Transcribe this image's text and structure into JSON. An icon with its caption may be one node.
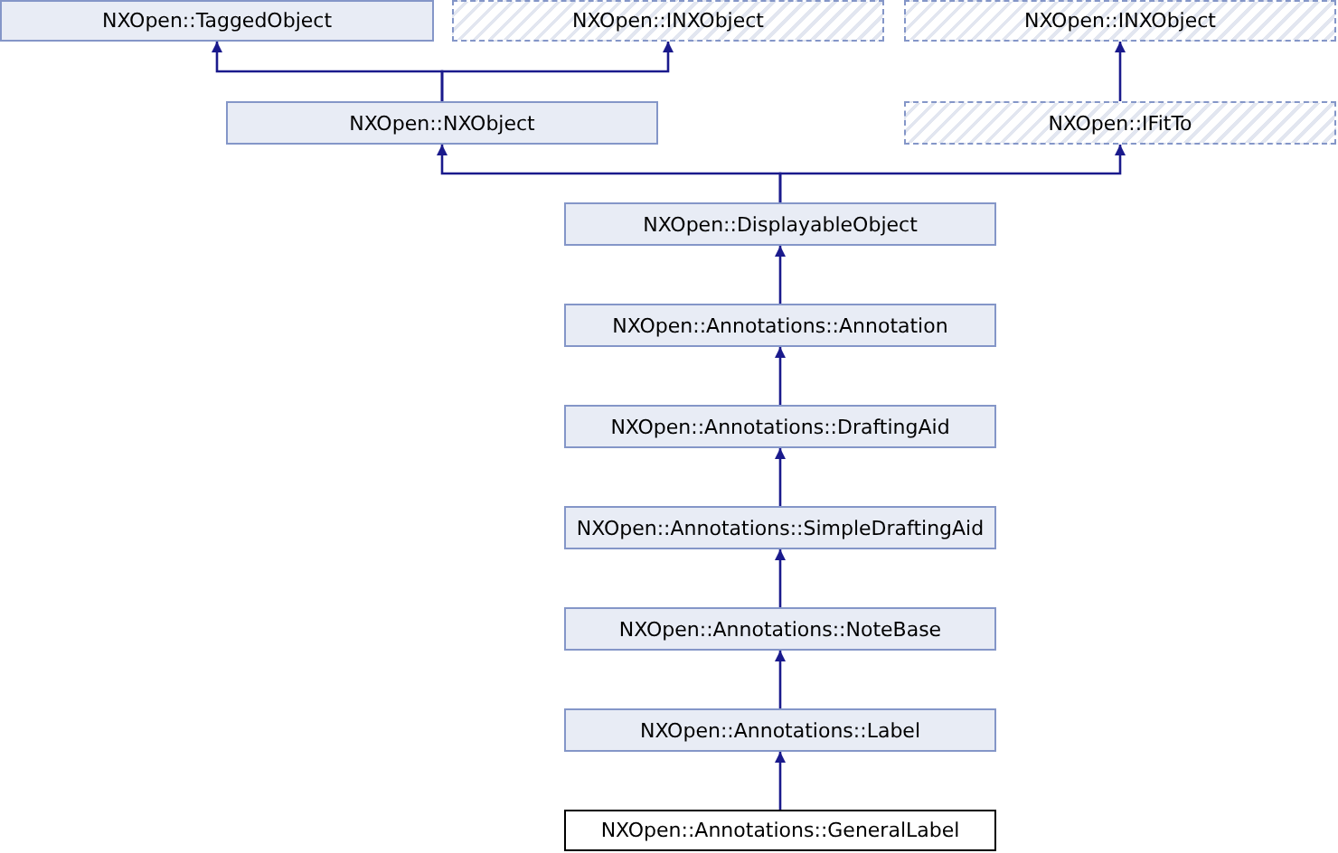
{
  "diagram": {
    "nodes": [
      {
        "text": [
          "NXOpen::TaggedObject"
        ]
      },
      {
        "text": [
          "NXOpen::INXObject"
        ]
      },
      {
        "text": [
          "NXOpen::INXObject"
        ]
      },
      {
        "text": [
          "NXOpen::NXObject"
        ]
      },
      {
        "text": [
          "NXOpen::IFitTo"
        ]
      },
      {
        "text": [
          "NXOpen::DisplayableObject"
        ]
      },
      {
        "text": [
          "NXOpen::Annotations::Annotation"
        ]
      },
      {
        "text": [
          "NXOpen::Annotations::DraftingAid"
        ]
      },
      {
        "text": [
          "NXOpen::Annotations::SimpleDraftingAid"
        ]
      },
      {
        "text": [
          "NXOpen::Annotations::NoteBase"
        ]
      },
      {
        "text": [
          "NXOpen::Annotations::Label"
        ]
      },
      {
        "text": [
          "NXOpen::Annotations::GeneralLabel"
        ]
      }
    ],
    "edges": [
      {
        "from": 3,
        "to": 0,
        "arrow": "to"
      },
      {
        "from": 3,
        "to": 1,
        "arrow": "to"
      },
      {
        "from": 4,
        "to": 2,
        "arrow": "to"
      },
      {
        "from": 5,
        "to": 3,
        "arrow": "to"
      },
      {
        "from": 5,
        "to": 4,
        "arrow": "to"
      },
      {
        "from": 6,
        "to": 5,
        "arrow": "to"
      },
      {
        "from": 7,
        "to": 6,
        "arrow": "to"
      },
      {
        "from": 8,
        "to": 7,
        "arrow": "to"
      },
      {
        "from": 9,
        "to": 8,
        "arrow": "to"
      },
      {
        "from": 10,
        "to": 9,
        "arrow": "to"
      },
      {
        "from": 11,
        "to": 10,
        "arrow": "to"
      }
    ]
  }
}
